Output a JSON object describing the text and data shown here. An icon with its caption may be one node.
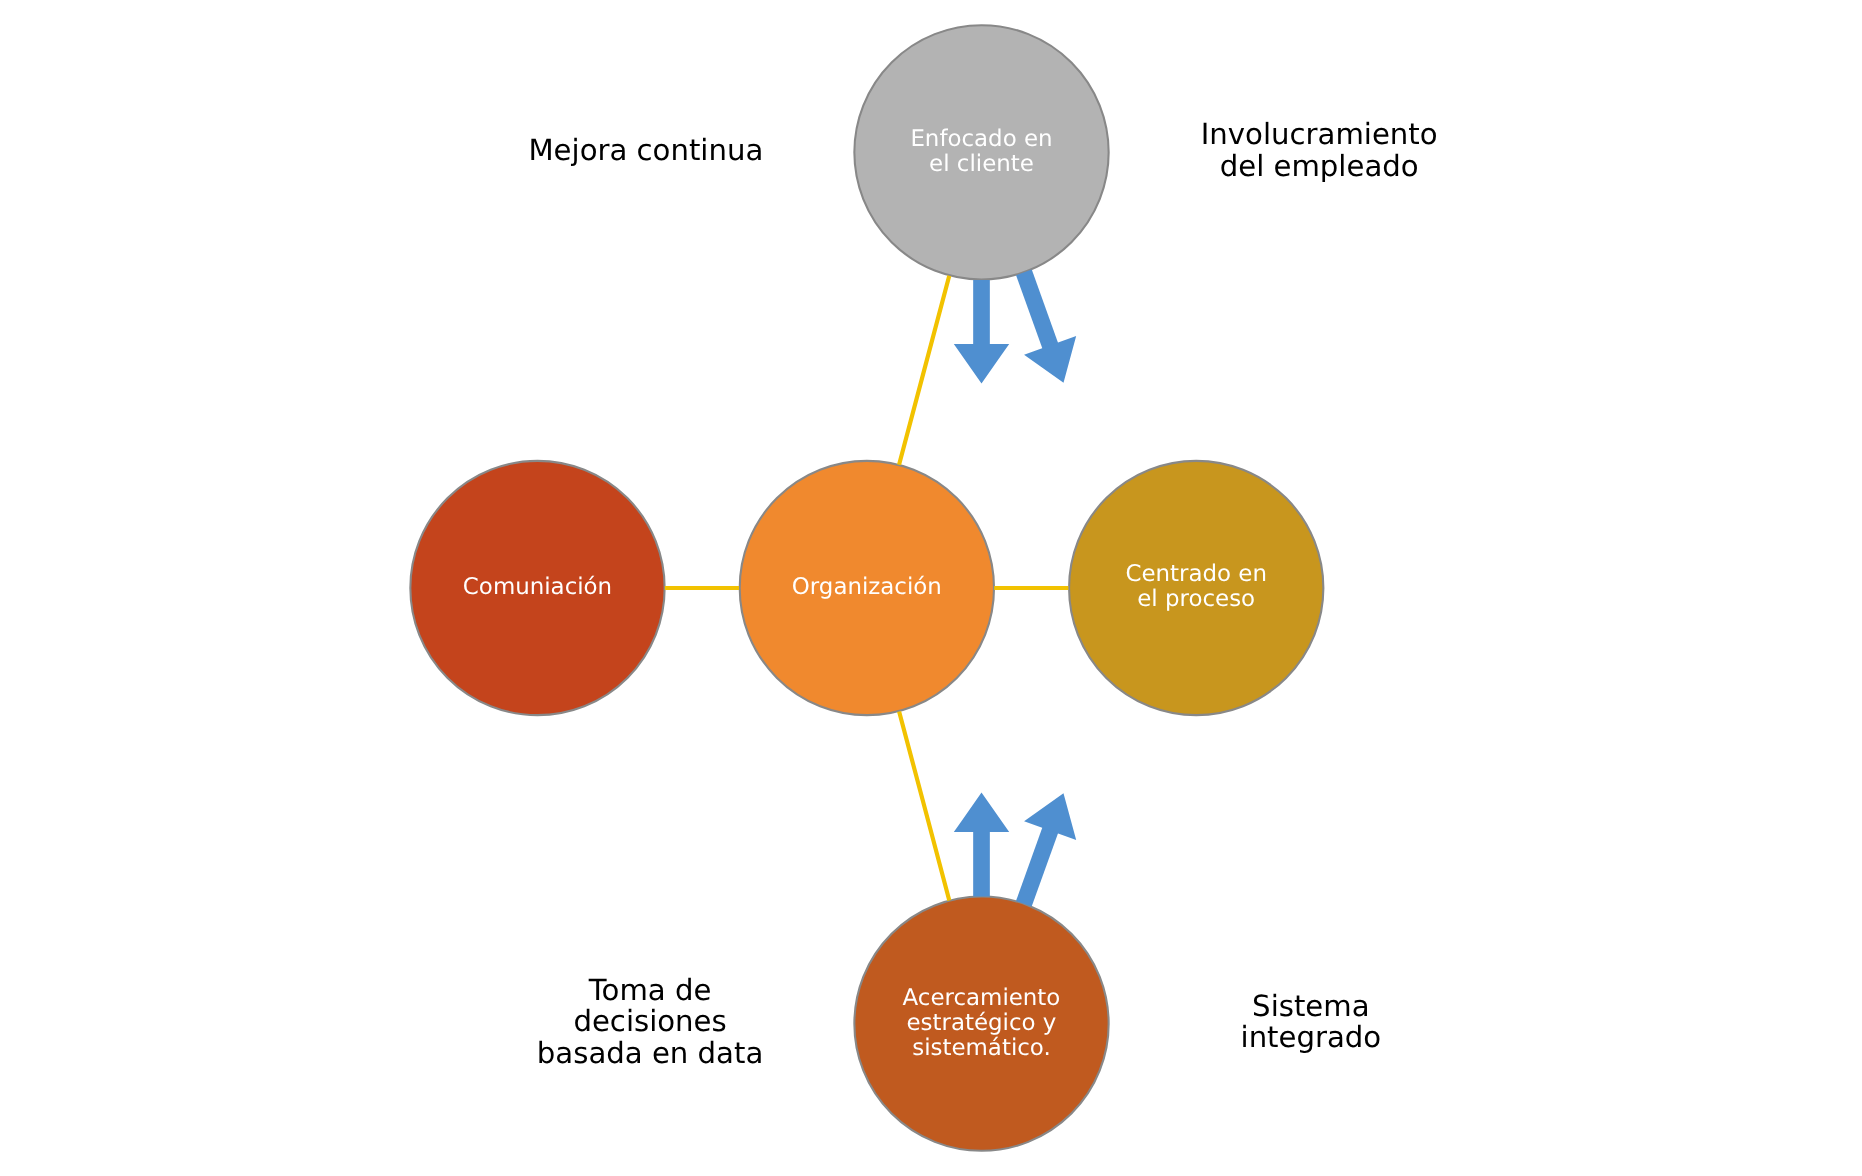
{
  "diagram": {
    "nodes": [
      {
        "text": [
          "Enfocado en el cliente"
        ]
      },
      {
        "text": [
          "Comuniación"
        ]
      },
      {
        "text": [
          "Organización"
        ]
      },
      {
        "text": [
          "Centrado en el proceso"
        ]
      },
      {
        "text": [
          "Acercamiento estratégico y sistemático."
        ]
      }
    ],
    "edges": [
      {
        "from": 0,
        "to": 2,
        "arrow": "none",
        "color": "#f2c200"
      },
      {
        "from": 1,
        "to": 2,
        "arrow": "none",
        "color": "#f2c200"
      },
      {
        "from": 2,
        "to": 3,
        "arrow": "none",
        "color": "#f2c200"
      },
      {
        "from": 2,
        "to": 4,
        "arrow": "none",
        "color": "#f2c200"
      },
      {
        "from": 0,
        "to": null,
        "arrow": "to",
        "style": "thick",
        "color": "#4f8fd0"
      },
      {
        "from": 0,
        "to": null,
        "arrow": "to",
        "style": "thick",
        "color": "#4f8fd0"
      },
      {
        "from": 4,
        "to": null,
        "arrow": "to",
        "style": "thick",
        "color": "#4f8fd0"
      },
      {
        "from": 4,
        "to": null,
        "arrow": "to",
        "style": "thick",
        "color": "#4f8fd0"
      }
    ],
    "labels": [
      "Mejora continua",
      "Involucramiento del empleado",
      "Toma de decisiones basada en data",
      "Sistema integrado"
    ]
  }
}
